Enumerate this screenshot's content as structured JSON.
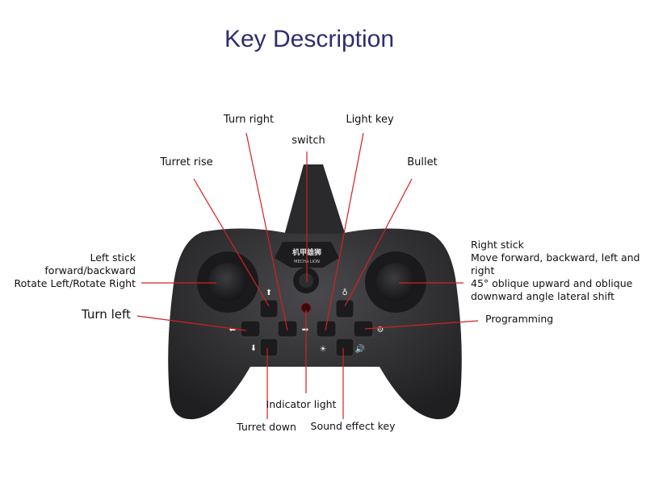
{
  "title": "Key Description",
  "labels": {
    "turn_right": "Turn right",
    "switch": "switch",
    "light_key": "Light key",
    "turret_rise": "Turret rise",
    "bullet": "Bullet",
    "left_stick": [
      "Left stick",
      "forward/backward",
      "Rotate Left/Rotate Right"
    ],
    "turn_left": "Turn left",
    "right_stick": [
      "Right stick",
      "Move forward, backward, left and",
      "right",
      "45° oblique upward and oblique",
      "downward angle lateral shift"
    ],
    "programming": "Programming",
    "indicator_light": "Indicator light",
    "turret_down": "Turret down",
    "sound_effect_key": "Sound effect key"
  },
  "logo": {
    "cn": "机甲雄狮",
    "en": "MECHA LION"
  },
  "colors": {
    "title": "#2b2f6e",
    "leader": "#d42020",
    "body": "#2a2a2c"
  }
}
